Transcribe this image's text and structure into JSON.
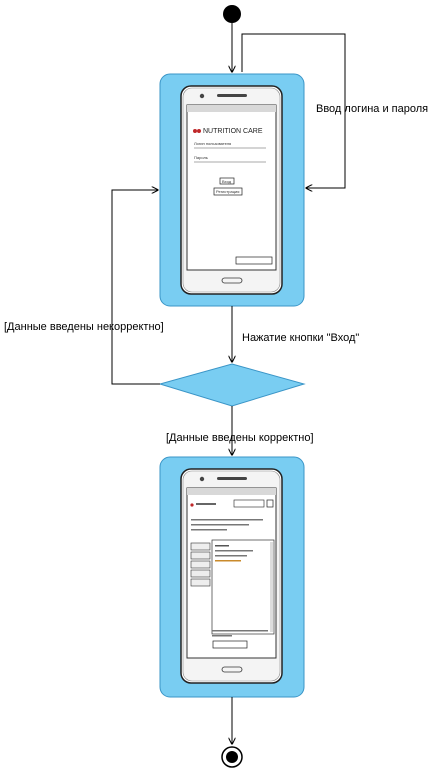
{
  "labels": {
    "login_input": "Ввод логина и пароля",
    "incorrect": "[Данные введены некорректно]",
    "press_login": "Нажатие кнопки \"Вход\"",
    "correct": "[Данные введены корректно]"
  },
  "screen1": {
    "app_title": "NUTRITION CARE",
    "login_button": "Вход",
    "register_button": "Регистрация"
  },
  "colors": {
    "state_fill": "#79cdf2",
    "state_stroke": "#3a95c7",
    "decision_fill": "#79cdf2"
  }
}
